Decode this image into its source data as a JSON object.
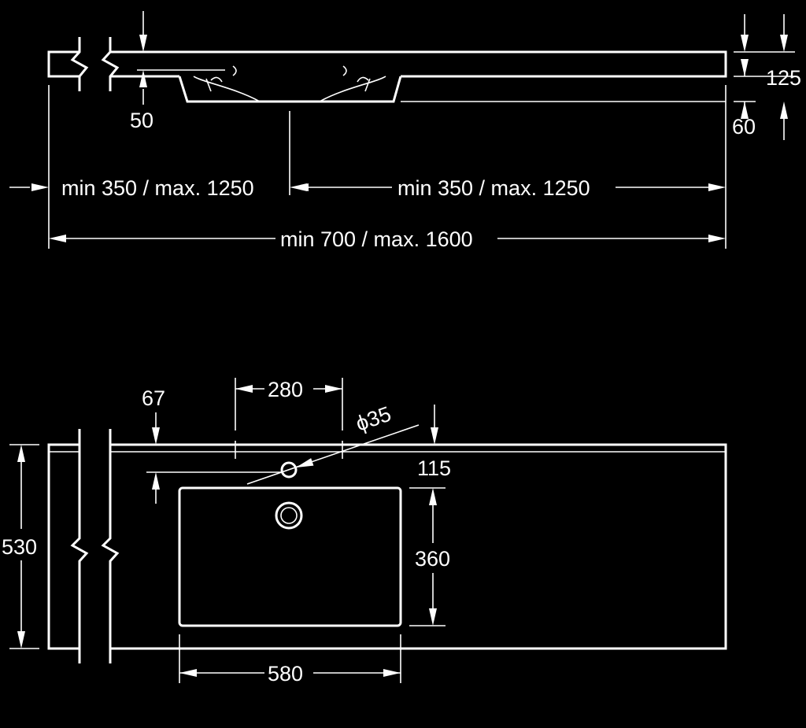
{
  "side_view": {
    "dim_left": "min 350 / max. 1250",
    "dim_right": "min 350 / max. 1250",
    "dim_total": "min 700 / max. 1600",
    "dim_50": "50",
    "dim_125": "125",
    "dim_60": "60"
  },
  "top_view": {
    "dim_67": "67",
    "dim_280": "280",
    "dim_diameter": "ϕ35",
    "dim_115": "115",
    "dim_530": "530",
    "dim_360": "360",
    "dim_580": "580"
  }
}
